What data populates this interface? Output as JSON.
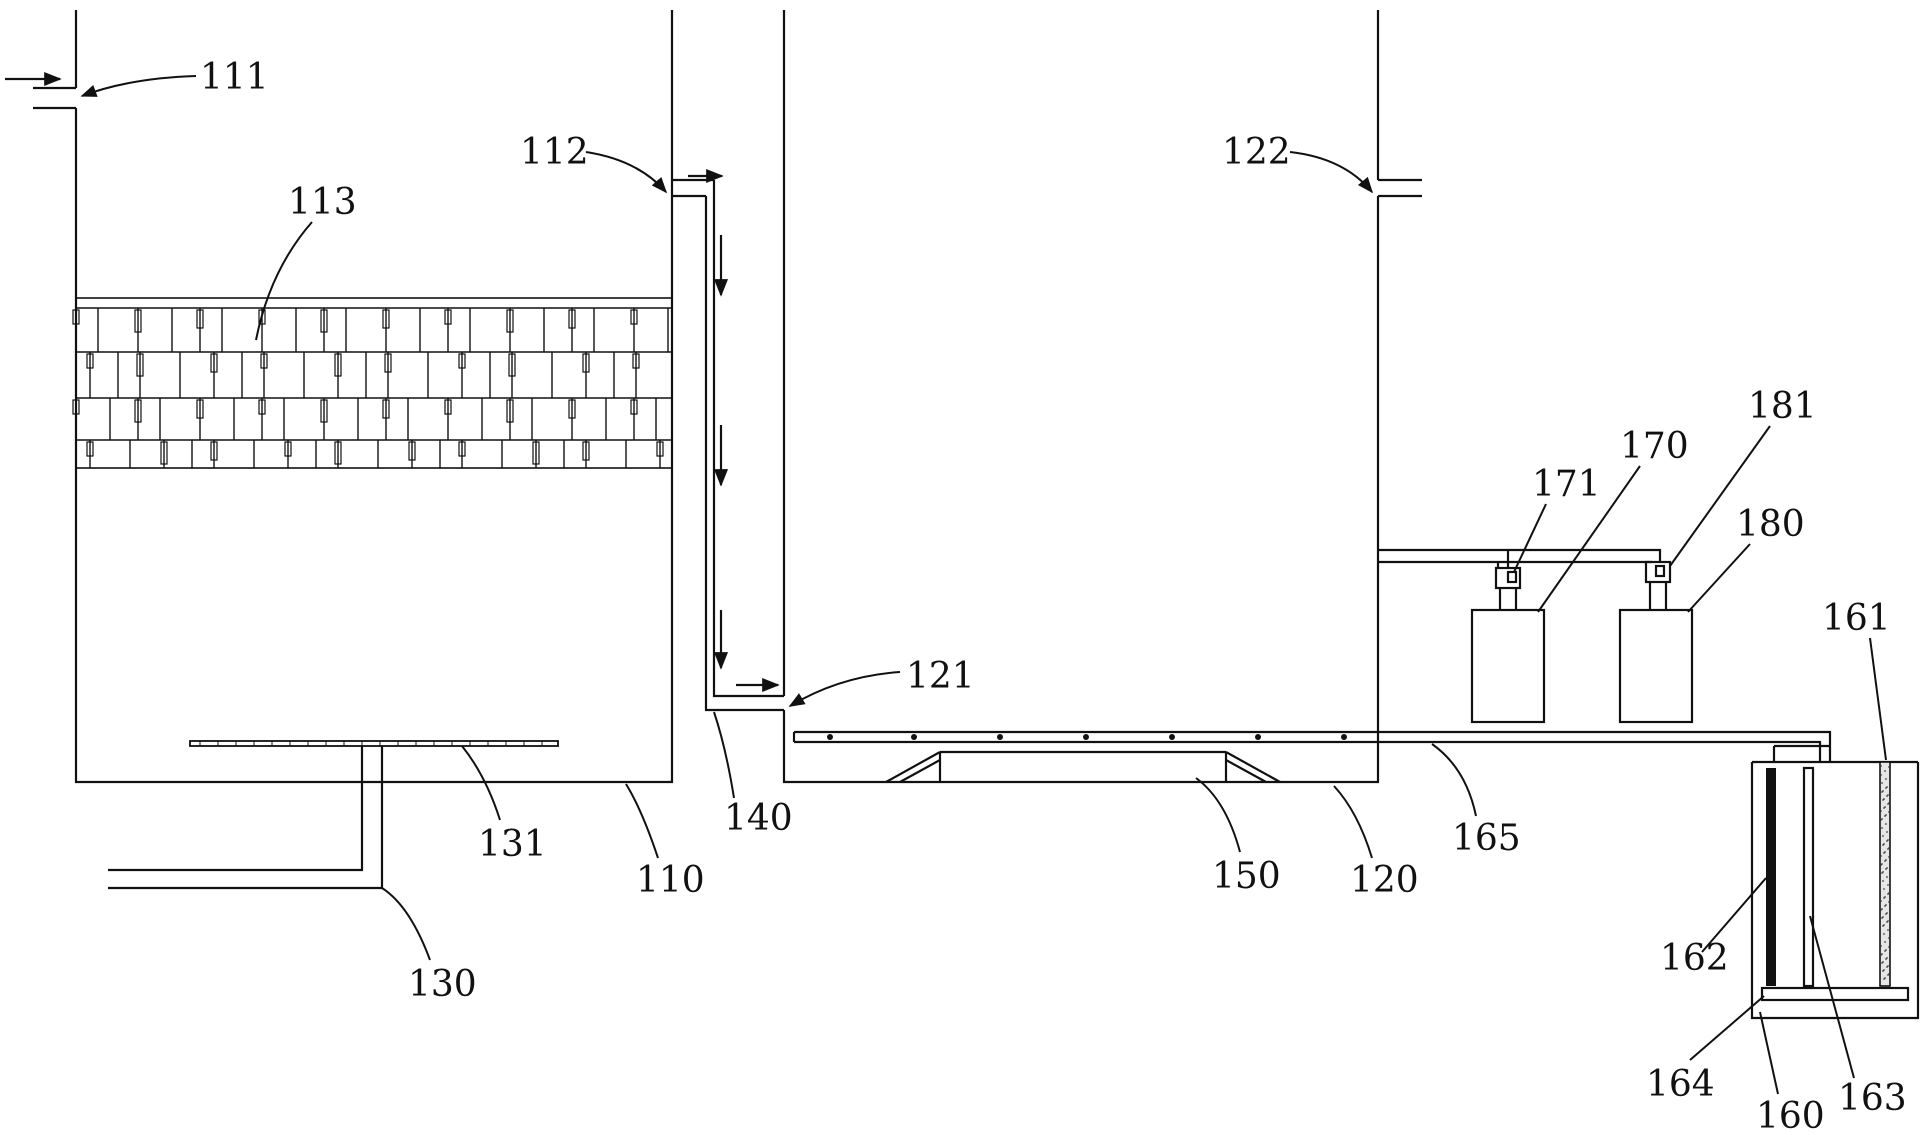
{
  "labels": {
    "l111": "111",
    "l112": "112",
    "l113": "113",
    "l122": "122",
    "l181": "181",
    "l170": "170",
    "l171": "171",
    "l180": "180",
    "l161": "161",
    "l121": "121",
    "l140": "140",
    "l131": "131",
    "l110": "110",
    "l130": "130",
    "l150": "150",
    "l120": "120",
    "l165": "165",
    "l162": "162",
    "l164": "164",
    "l160": "160",
    "l163": "163"
  }
}
